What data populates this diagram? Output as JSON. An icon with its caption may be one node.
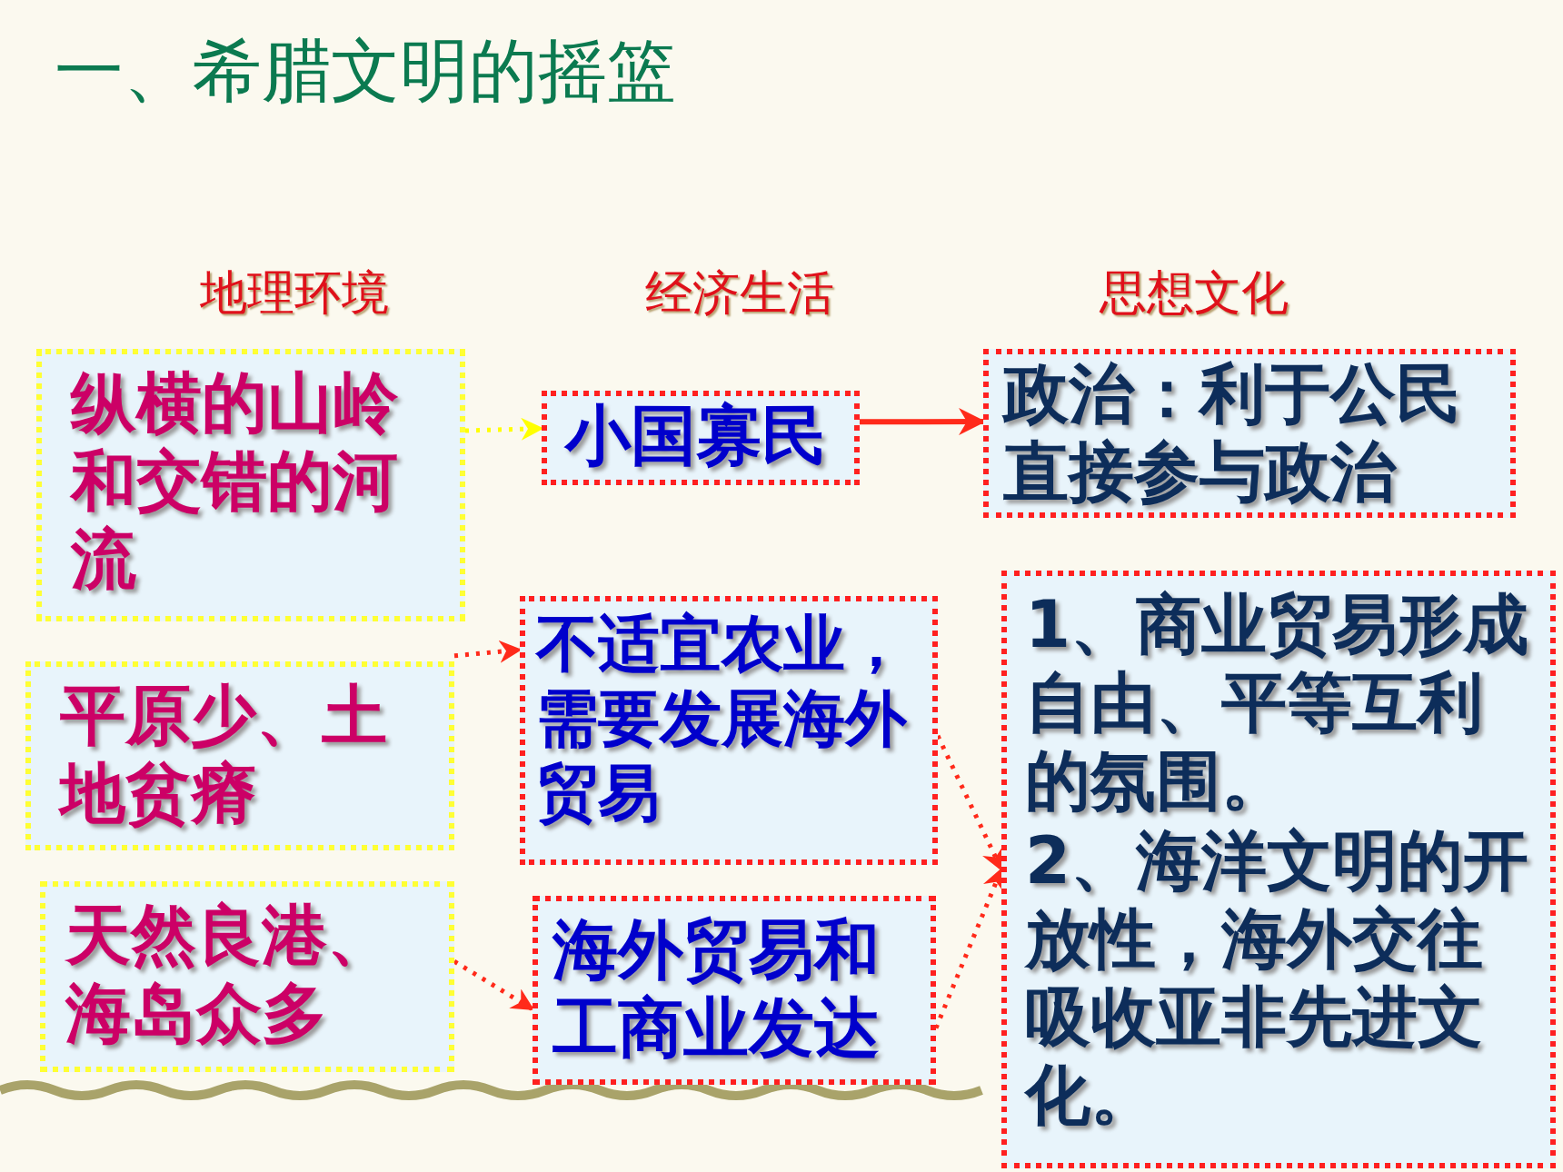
{
  "diagram": {
    "title": "一、希腊文明的摇篮",
    "nodes": [
      {
        "text": [
          "纵横的山岭和交错的河流"
        ]
      },
      {
        "text": [
          "小国寡民"
        ]
      },
      {
        "text": [
          "政治：利于公民直接参与政治"
        ]
      },
      {
        "text": [
          "平原少、土地贫瘠"
        ]
      },
      {
        "text": [
          "不适宜农业，需要发展海外贸易"
        ]
      },
      {
        "text": [
          "1、商业贸易形成自由、平等互利的氛围。",
          "2、海洋文明的开放性，海外交往吸收亚非先进文化。"
        ]
      },
      {
        "text": [
          "天然良港、海岛众多"
        ]
      },
      {
        "text": [
          "海外贸易和工商业发达"
        ]
      }
    ],
    "edges": [
      {
        "from": 0,
        "to": 1,
        "arrow": "to",
        "style": "dashed",
        "color": "#ffff00"
      },
      {
        "from": 1,
        "to": 2,
        "arrow": "to"
      },
      {
        "from": 3,
        "to": 4,
        "arrow": "to",
        "style": "dashed"
      },
      {
        "from": 6,
        "to": 7,
        "arrow": "to",
        "style": "dashed"
      },
      {
        "from": 4,
        "to": 5,
        "arrow": "to",
        "style": "dashed"
      },
      {
        "from": 7,
        "to": 5,
        "arrow": "to",
        "style": "dashed"
      }
    ],
    "labels": [
      "地理环境",
      "经济生活",
      "思想文化"
    ]
  }
}
